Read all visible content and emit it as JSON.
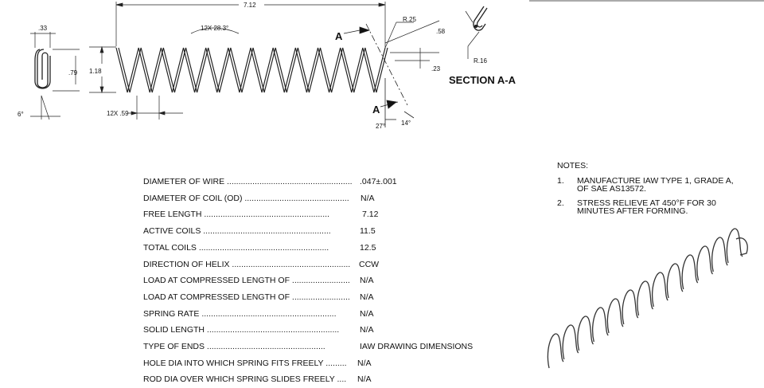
{
  "dimensions": {
    "overall_length": "7.12",
    "pitch_angle": "12X 28.3°",
    "pitch": "12X .59",
    "free_height": "1.18",
    "end_width": ".33",
    "end_height": ".79",
    "end_angle": "6°",
    "radius_outer": "R.25",
    "radius_inner": "R.16",
    "dim_58": ".58",
    "dim_23": ".23",
    "angle_27": "27°",
    "angle_14": "14°"
  },
  "section_labels": {
    "a_top": "A",
    "a_bottom": "A",
    "section_title": "SECTION A-A"
  },
  "spec_table": [
    {
      "label": "DIAMETER OF WIRE ......................................................",
      "value": ".047±.001"
    },
    {
      "label": "DIAMETER OF COIL (OD) .............................................",
      "value": "N/A"
    },
    {
      "label": "FREE LENGTH ......................................................",
      "value": "7.12"
    },
    {
      "label": "ACTIVE COILS .......................................................",
      "value": "11.5"
    },
    {
      "label": "TOTAL COILS ........................................................",
      "value": "12.5"
    },
    {
      "label": "DIRECTION OF HELIX ...................................................",
      "value": "CCW"
    },
    {
      "label": "LOAD AT COMPRESSED LENGTH OF .........................",
      "value": "N/A"
    },
    {
      "label": "LOAD AT COMPRESSED LENGTH OF .........................",
      "value": "N/A"
    },
    {
      "label": "SPRING RATE ..........................................................",
      "value": "N/A"
    },
    {
      "label": "SOLID LENGTH .........................................................",
      "value": "N/A"
    },
    {
      "label": "TYPE OF ENDS ...................................................",
      "value": "IAW DRAWING DIMENSIONS"
    },
    {
      "label": "HOLE DIA INTO WHICH SPRING FITS FREELY .........",
      "value": "N/A"
    },
    {
      "label": "ROD DIA OVER WHICH SPRING SLIDES FREELY ....",
      "value": "N/A"
    }
  ],
  "notes": {
    "title": "NOTES:",
    "items": [
      {
        "num": "1.",
        "text": "MANUFACTURE IAW TYPE 1, GRADE A, OF SAE AS13572."
      },
      {
        "num": "2.",
        "text": "STRESS RELIEVE AT 450°F FOR 30 MINUTES AFTER FORMING."
      }
    ]
  }
}
